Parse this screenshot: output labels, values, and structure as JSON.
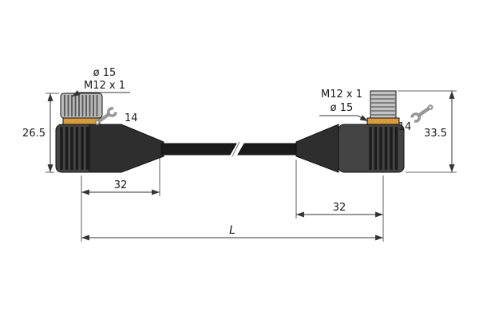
{
  "diagram": {
    "accent_color": "#d99c3c",
    "line_color": "#333333",
    "left_connector": {
      "diameter_label": "ø 15",
      "thread_label": "M12 x 1",
      "wrench_size_label": "14",
      "height_label": "26.5",
      "length_label": "32"
    },
    "right_connector": {
      "thread_label": "M12 x 1",
      "diameter_label": "ø 15",
      "wrench_size_label": "14",
      "height_label": "33.5",
      "length_label": "32"
    },
    "overall_length_label": "L"
  }
}
